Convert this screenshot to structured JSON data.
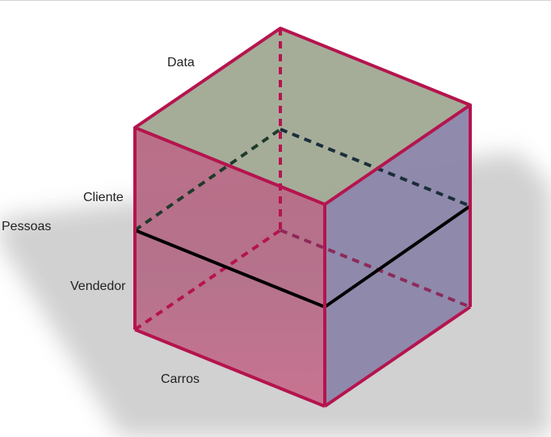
{
  "labels": {
    "top": "Data",
    "upper_side": "Cliente",
    "left_outer": "Pessoas",
    "lower_side": "Vendedor",
    "bottom": "Carros"
  },
  "colors": {
    "edge": "#b5144e",
    "top_face": "#a3ab97",
    "front_face": "#c46a86",
    "right_face": "#8c86a9",
    "shadow": "#c8c8c8",
    "divider": "#000000",
    "hidden_divider": "#1f3a2a"
  }
}
